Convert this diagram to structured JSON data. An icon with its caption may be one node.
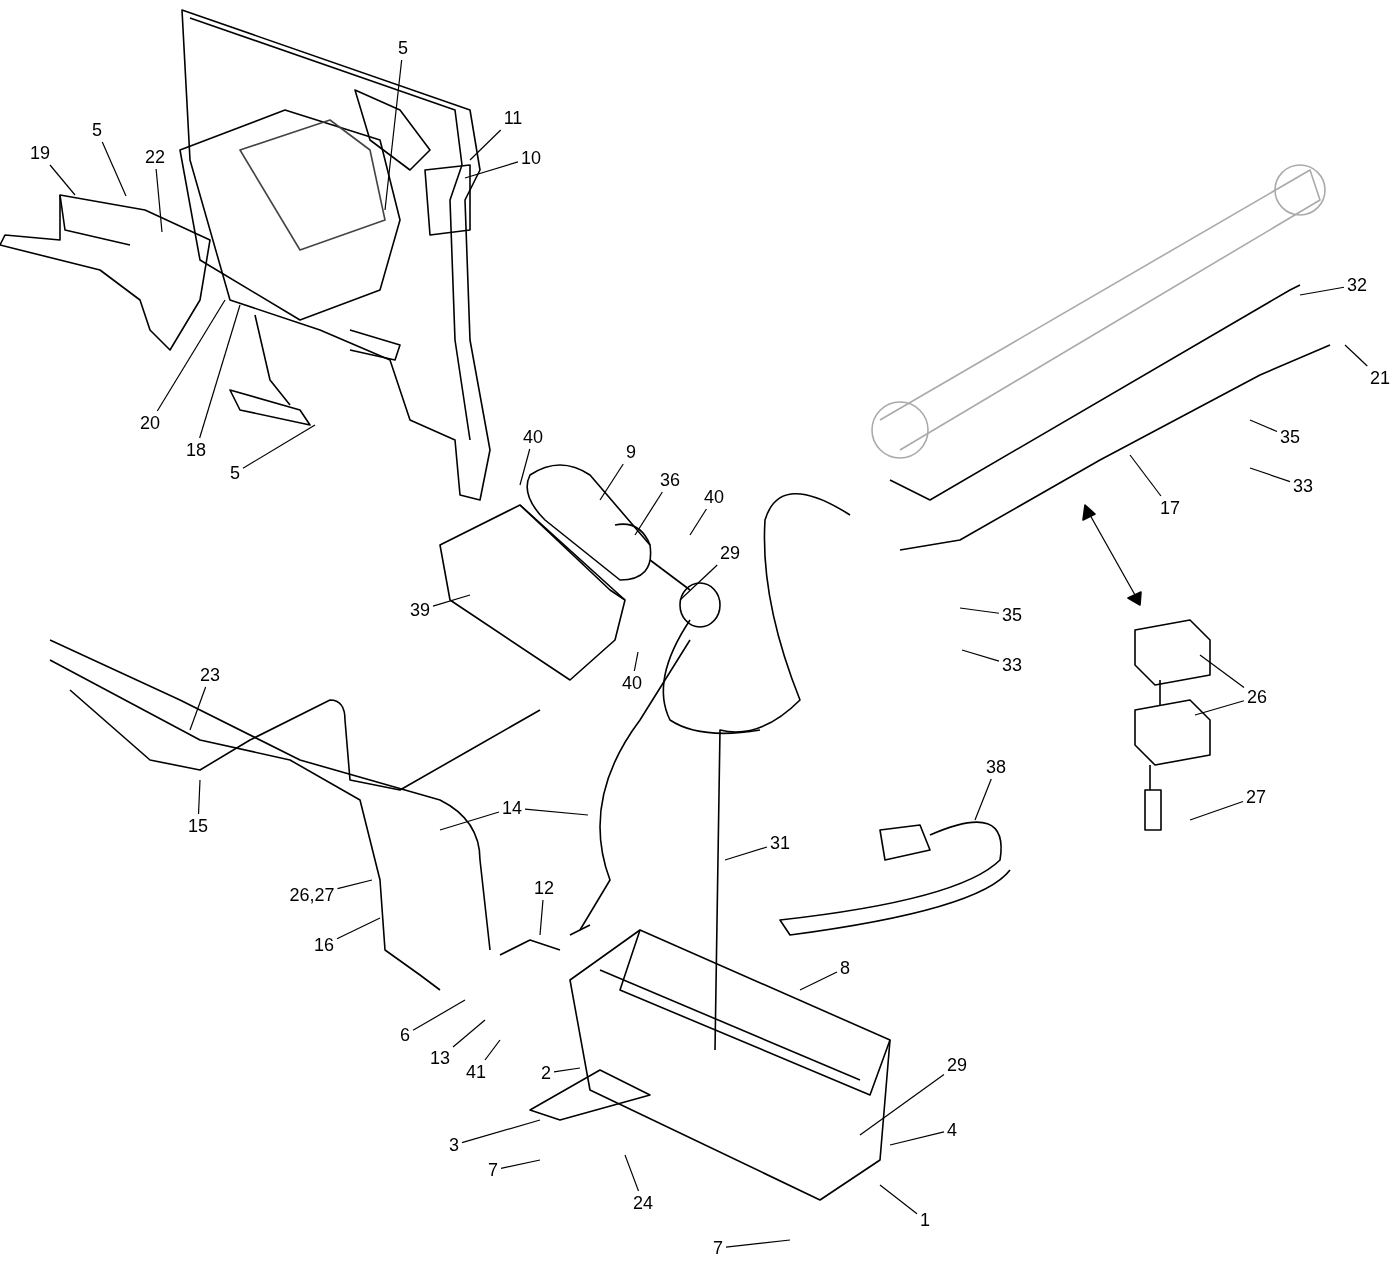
{
  "diagram": {
    "nodes": [
      {
        "text": [
          "19"
        ]
      },
      {
        "text": [
          "5"
        ]
      },
      {
        "text": [
          "22"
        ]
      },
      {
        "text": [
          "5"
        ]
      },
      {
        "text": [
          "11"
        ]
      },
      {
        "text": [
          "10"
        ]
      },
      {
        "text": [
          "20"
        ]
      },
      {
        "text": [
          "18"
        ]
      },
      {
        "text": [
          "5"
        ]
      },
      {
        "text": [
          "40"
        ]
      },
      {
        "text": [
          "9"
        ]
      },
      {
        "text": [
          "36"
        ]
      },
      {
        "text": [
          "40"
        ]
      },
      {
        "text": [
          "29"
        ]
      },
      {
        "text": [
          "39"
        ]
      },
      {
        "text": [
          "40"
        ]
      },
      {
        "text": [
          "23"
        ]
      },
      {
        "text": [
          "15"
        ]
      },
      {
        "text": [
          "14"
        ]
      },
      {
        "text": [
          "31"
        ]
      },
      {
        "text": [
          "12"
        ]
      },
      {
        "text": [
          "26,27"
        ]
      },
      {
        "text": [
          "16"
        ]
      },
      {
        "text": [
          "8"
        ]
      },
      {
        "text": [
          "6"
        ]
      },
      {
        "text": [
          "13"
        ]
      },
      {
        "text": [
          "41"
        ]
      },
      {
        "text": [
          "2"
        ]
      },
      {
        "text": [
          "29"
        ]
      },
      {
        "text": [
          "4"
        ]
      },
      {
        "text": [
          "3"
        ]
      },
      {
        "text": [
          "7"
        ]
      },
      {
        "text": [
          "24"
        ]
      },
      {
        "text": [
          "1"
        ]
      },
      {
        "text": [
          "7"
        ]
      },
      {
        "text": [
          "32"
        ]
      },
      {
        "text": [
          "21"
        ]
      },
      {
        "text": [
          "35"
        ]
      },
      {
        "text": [
          "33"
        ]
      },
      {
        "text": [
          "17"
        ]
      },
      {
        "text": [
          "35"
        ]
      },
      {
        "text": [
          "33"
        ]
      },
      {
        "text": [
          "26"
        ]
      },
      {
        "text": [
          "27"
        ]
      },
      {
        "text": [
          "38"
        ]
      }
    ],
    "edges": [
      {
        "from": 0,
        "to": null,
        "arrow": "none"
      },
      {
        "from": 1,
        "to": null,
        "arrow": "none"
      },
      {
        "from": 2,
        "to": null,
        "arrow": "none"
      },
      {
        "from": 3,
        "to": null,
        "arrow": "none"
      },
      {
        "from": 4,
        "to": null,
        "arrow": "none"
      },
      {
        "from": 5,
        "to": null,
        "arrow": "none"
      },
      {
        "from": 6,
        "to": null,
        "arrow": "none"
      },
      {
        "from": 7,
        "to": null,
        "arrow": "none"
      },
      {
        "from": 8,
        "to": null,
        "arrow": "none"
      },
      {
        "from": 9,
        "to": null,
        "arrow": "none"
      },
      {
        "from": 10,
        "to": null,
        "arrow": "none"
      },
      {
        "from": 11,
        "to": null,
        "arrow": "none"
      },
      {
        "from": 12,
        "to": null,
        "arrow": "none"
      },
      {
        "from": 13,
        "to": null,
        "arrow": "none"
      },
      {
        "from": 14,
        "to": null,
        "arrow": "none"
      },
      {
        "from": 15,
        "to": null,
        "arrow": "none"
      },
      {
        "from": 16,
        "to": null,
        "arrow": "none"
      },
      {
        "from": 17,
        "to": null,
        "arrow": "none"
      },
      {
        "from": 18,
        "to": null,
        "arrow": "none"
      },
      {
        "from": 18,
        "to": null,
        "arrow": "none"
      },
      {
        "from": 19,
        "to": null,
        "arrow": "none"
      },
      {
        "from": 20,
        "to": null,
        "arrow": "none"
      },
      {
        "from": 21,
        "to": null,
        "arrow": "none"
      },
      {
        "from": 22,
        "to": null,
        "arrow": "none"
      },
      {
        "from": 23,
        "to": null,
        "arrow": "none"
      },
      {
        "from": 24,
        "to": null,
        "arrow": "none"
      },
      {
        "from": 25,
        "to": null,
        "arrow": "none"
      },
      {
        "from": 26,
        "to": null,
        "arrow": "none"
      },
      {
        "from": 27,
        "to": null,
        "arrow": "none"
      },
      {
        "from": 28,
        "to": null,
        "arrow": "none"
      },
      {
        "from": 29,
        "to": null,
        "arrow": "none"
      },
      {
        "from": 30,
        "to": null,
        "arrow": "none"
      },
      {
        "from": 31,
        "to": null,
        "arrow": "none"
      },
      {
        "from": 32,
        "to": null,
        "arrow": "none"
      },
      {
        "from": 33,
        "to": null,
        "arrow": "none"
      },
      {
        "from": 34,
        "to": null,
        "arrow": "none"
      },
      {
        "from": 35,
        "to": null,
        "arrow": "none"
      },
      {
        "from": 36,
        "to": null,
        "arrow": "none"
      },
      {
        "from": 37,
        "to": null,
        "arrow": "none"
      },
      {
        "from": 38,
        "to": null,
        "arrow": "none"
      },
      {
        "from": 39,
        "to": null,
        "arrow": "none"
      },
      {
        "from": 40,
        "to": null,
        "arrow": "none"
      },
      {
        "from": 41,
        "to": null,
        "arrow": "none"
      },
      {
        "from": 42,
        "to": null,
        "arrow": "none"
      },
      {
        "from": 42,
        "to": null,
        "arrow": "none"
      },
      {
        "from": 43,
        "to": null,
        "arrow": "none"
      },
      {
        "from": 44,
        "to": null,
        "arrow": "none"
      }
    ]
  }
}
